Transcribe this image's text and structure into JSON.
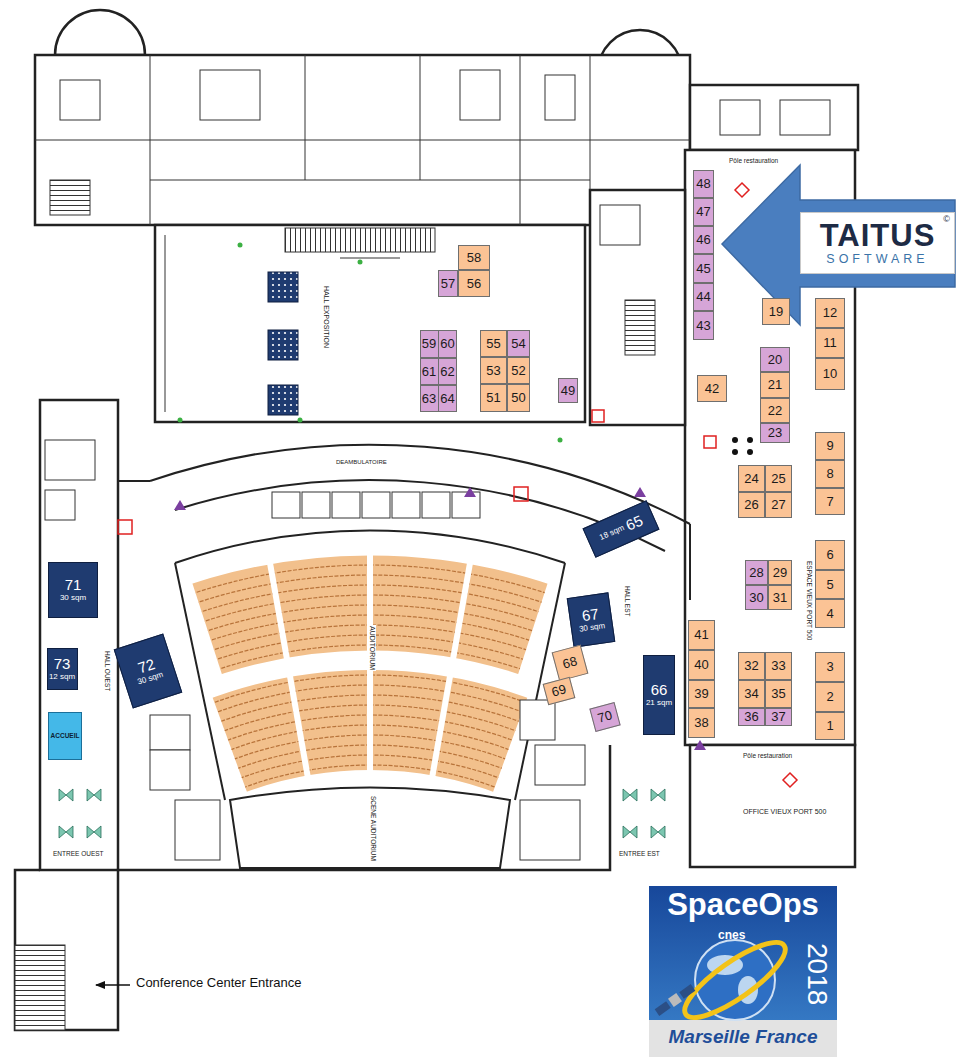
{
  "diagram": {
    "nodes": [
      {
        "text": [
          "48"
        ]
      },
      {
        "text": [
          "TAITUS",
          "SOFTWARE",
          "©"
        ]
      },
      {
        "text": [
          "47"
        ]
      },
      {
        "text": [
          "46"
        ]
      },
      {
        "text": [
          "58"
        ]
      },
      {
        "text": [
          "45"
        ]
      },
      {
        "text": [
          "57"
        ]
      },
      {
        "text": [
          "56"
        ]
      },
      {
        "text": [
          "44"
        ]
      },
      {
        "text": [
          "12"
        ]
      },
      {
        "text": [
          "19"
        ]
      },
      {
        "text": [
          "43"
        ]
      },
      {
        "text": [
          "59"
        ]
      },
      {
        "text": [
          "60"
        ]
      },
      {
        "text": [
          "55"
        ]
      },
      {
        "text": [
          "54"
        ]
      },
      {
        "text": [
          "11"
        ]
      },
      {
        "text": [
          "20"
        ]
      },
      {
        "text": [
          "61"
        ]
      },
      {
        "text": [
          "62"
        ]
      },
      {
        "text": [
          "53"
        ]
      },
      {
        "text": [
          "52"
        ]
      },
      {
        "text": [
          "10"
        ]
      },
      {
        "text": [
          "21"
        ]
      },
      {
        "text": [
          "42"
        ]
      },
      {
        "text": [
          "49"
        ]
      },
      {
        "text": [
          "63"
        ]
      },
      {
        "text": [
          "64"
        ]
      },
      {
        "text": [
          "51"
        ]
      },
      {
        "text": [
          "50"
        ]
      },
      {
        "text": [
          "22"
        ]
      },
      {
        "text": [
          "23"
        ]
      },
      {
        "text": [
          "9"
        ]
      },
      {
        "text": [
          "24"
        ]
      },
      {
        "text": [
          "25"
        ]
      },
      {
        "text": [
          "8"
        ]
      },
      {
        "text": [
          "26"
        ]
      },
      {
        "text": [
          "27"
        ]
      },
      {
        "text": [
          "7"
        ]
      },
      {
        "text": [
          "18 sqm",
          "65"
        ]
      },
      {
        "text": [
          "6"
        ]
      },
      {
        "text": [
          "28"
        ]
      },
      {
        "text": [
          "29"
        ]
      },
      {
        "text": [
          "71",
          "30 sqm"
        ]
      },
      {
        "text": [
          "5"
        ]
      },
      {
        "text": [
          "30"
        ]
      },
      {
        "text": [
          "31"
        ]
      },
      {
        "text": [
          "67",
          "30 sqm"
        ]
      },
      {
        "text": [
          "4"
        ]
      },
      {
        "text": [
          "41"
        ]
      },
      {
        "text": [
          "73",
          "12 sqm"
        ]
      },
      {
        "text": [
          "72",
          "30 sqm"
        ]
      },
      {
        "text": [
          "3"
        ]
      },
      {
        "text": [
          "32"
        ]
      },
      {
        "text": [
          "33"
        ]
      },
      {
        "text": [
          "66",
          "21 sqm"
        ]
      },
      {
        "text": [
          "68"
        ]
      },
      {
        "text": [
          "40"
        ]
      },
      {
        "text": [
          "39"
        ]
      },
      {
        "text": [
          "2"
        ]
      },
      {
        "text": [
          "34"
        ]
      },
      {
        "text": [
          "35"
        ]
      },
      {
        "text": [
          "69"
        ]
      },
      {
        "text": [
          "1"
        ]
      },
      {
        "text": [
          "70"
        ]
      },
      {
        "text": [
          "38"
        ]
      },
      {
        "text": [
          "36"
        ]
      },
      {
        "text": [
          "37"
        ]
      },
      {
        "text": [
          "ACCUEIL"
        ]
      },
      {
        "text": [
          "SpaceOps",
          "cnes",
          "2018",
          "Marseille France"
        ]
      }
    ],
    "labels": [
      "Conference Center Entrance",
      "HALL EXPOSITION",
      "AUDITORIUM",
      "SCENE AUDITORIUM",
      "ESPACE VIEUX PORT 500",
      "OFFICE VIEUX PORT 500",
      "Pôle restauration",
      "Pôle restauration",
      "HALL OUEST",
      "HALL EST",
      "ENTREE OUEST",
      "ENTREE EST",
      "DEAMBULATOIRE"
    ]
  }
}
